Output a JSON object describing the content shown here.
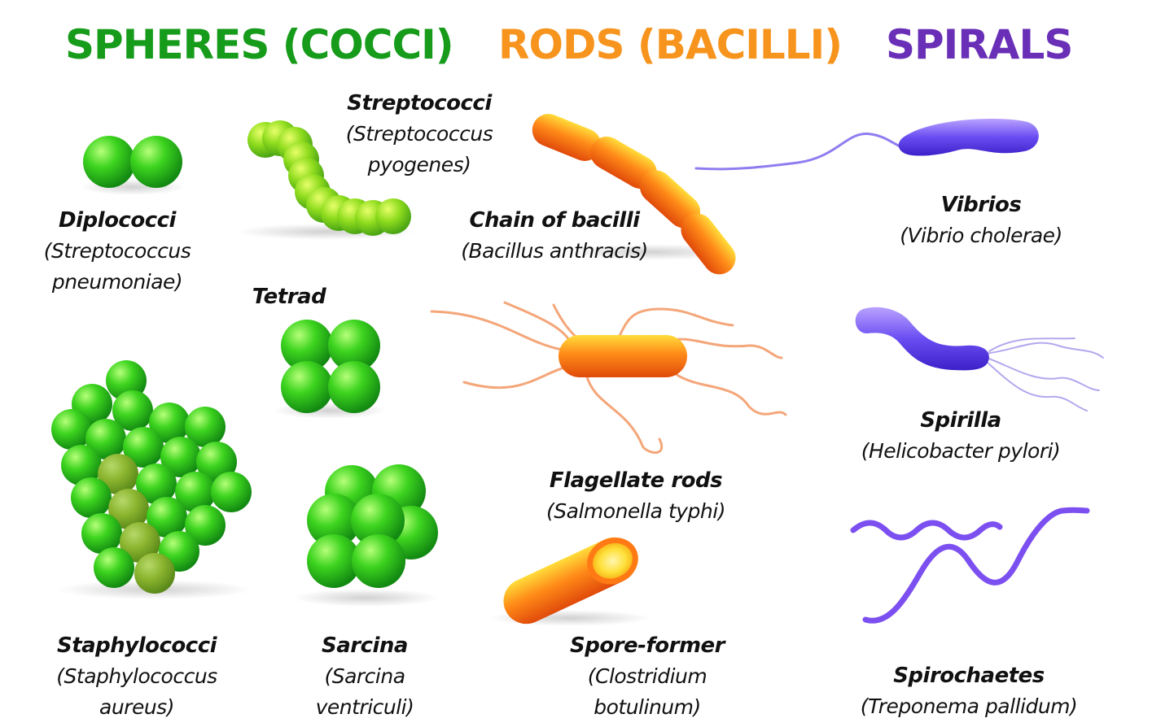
{
  "headers": {
    "cocci": "SPHERES (COCCI)",
    "bacilli": "RODS (BACILLI)",
    "spirals": "SPIRALS"
  },
  "colors": {
    "cocci": "#169b1a",
    "bacilli": "#f7941d",
    "spirals": "#6a2fb7",
    "cell_green": "#2fc11d",
    "cell_orange": "#f06a10",
    "cell_purple": "#6b4cf0"
  },
  "labels": {
    "diplococci": {
      "name": "Diplococci",
      "species": [
        "(Streptococcus",
        "pneumoniae)"
      ]
    },
    "streptococci": {
      "name": "Streptococci",
      "species": [
        "(Streptococcus",
        "pyogenes)"
      ]
    },
    "tetrad": {
      "name": "Tetrad",
      "species": []
    },
    "staphylococci": {
      "name": "Staphylococci",
      "species": [
        "(Staphylococcus",
        "aureus)"
      ]
    },
    "sarcina": {
      "name": "Sarcina",
      "species": [
        "(Sarcina",
        "ventriculi)"
      ]
    },
    "chain_bacilli": {
      "name": "Chain of bacilli",
      "species": [
        "(Bacillus anthracis)"
      ]
    },
    "flagellate": {
      "name": "Flagellate rods",
      "species": [
        "(Salmonella typhi)"
      ]
    },
    "spore": {
      "name": "Spore-former",
      "species": [
        "(Clostridium",
        "botulinum)"
      ]
    },
    "vibrios": {
      "name": "Vibrios",
      "species": [
        "(Vibrio cholerae)"
      ]
    },
    "spirilla": {
      "name": "Spirilla",
      "species": [
        "(Helicobacter pylori)"
      ]
    },
    "spirochaetes": {
      "name": "Spirochaetes",
      "species": [
        "(Treponema pallidum)"
      ]
    }
  }
}
